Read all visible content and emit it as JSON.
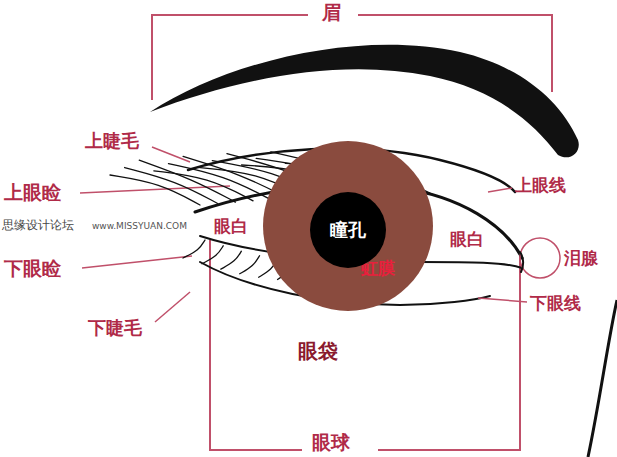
{
  "diagram": {
    "nodes": [
      {
        "text": [
          "虹膜"
        ]
      },
      {
        "text": [
          "瞳孔"
        ],
        "in": 0
      }
    ],
    "labels": [
      "眉",
      "上睫毛",
      "上眼睑",
      "思缘设计论坛",
      "www.MISSYUAN.COM",
      "眼白",
      "下眼睑",
      "下睫毛",
      "眼袋",
      "眼球",
      "上眼线",
      "眼白",
      "泪腺",
      "下眼线"
    ]
  }
}
